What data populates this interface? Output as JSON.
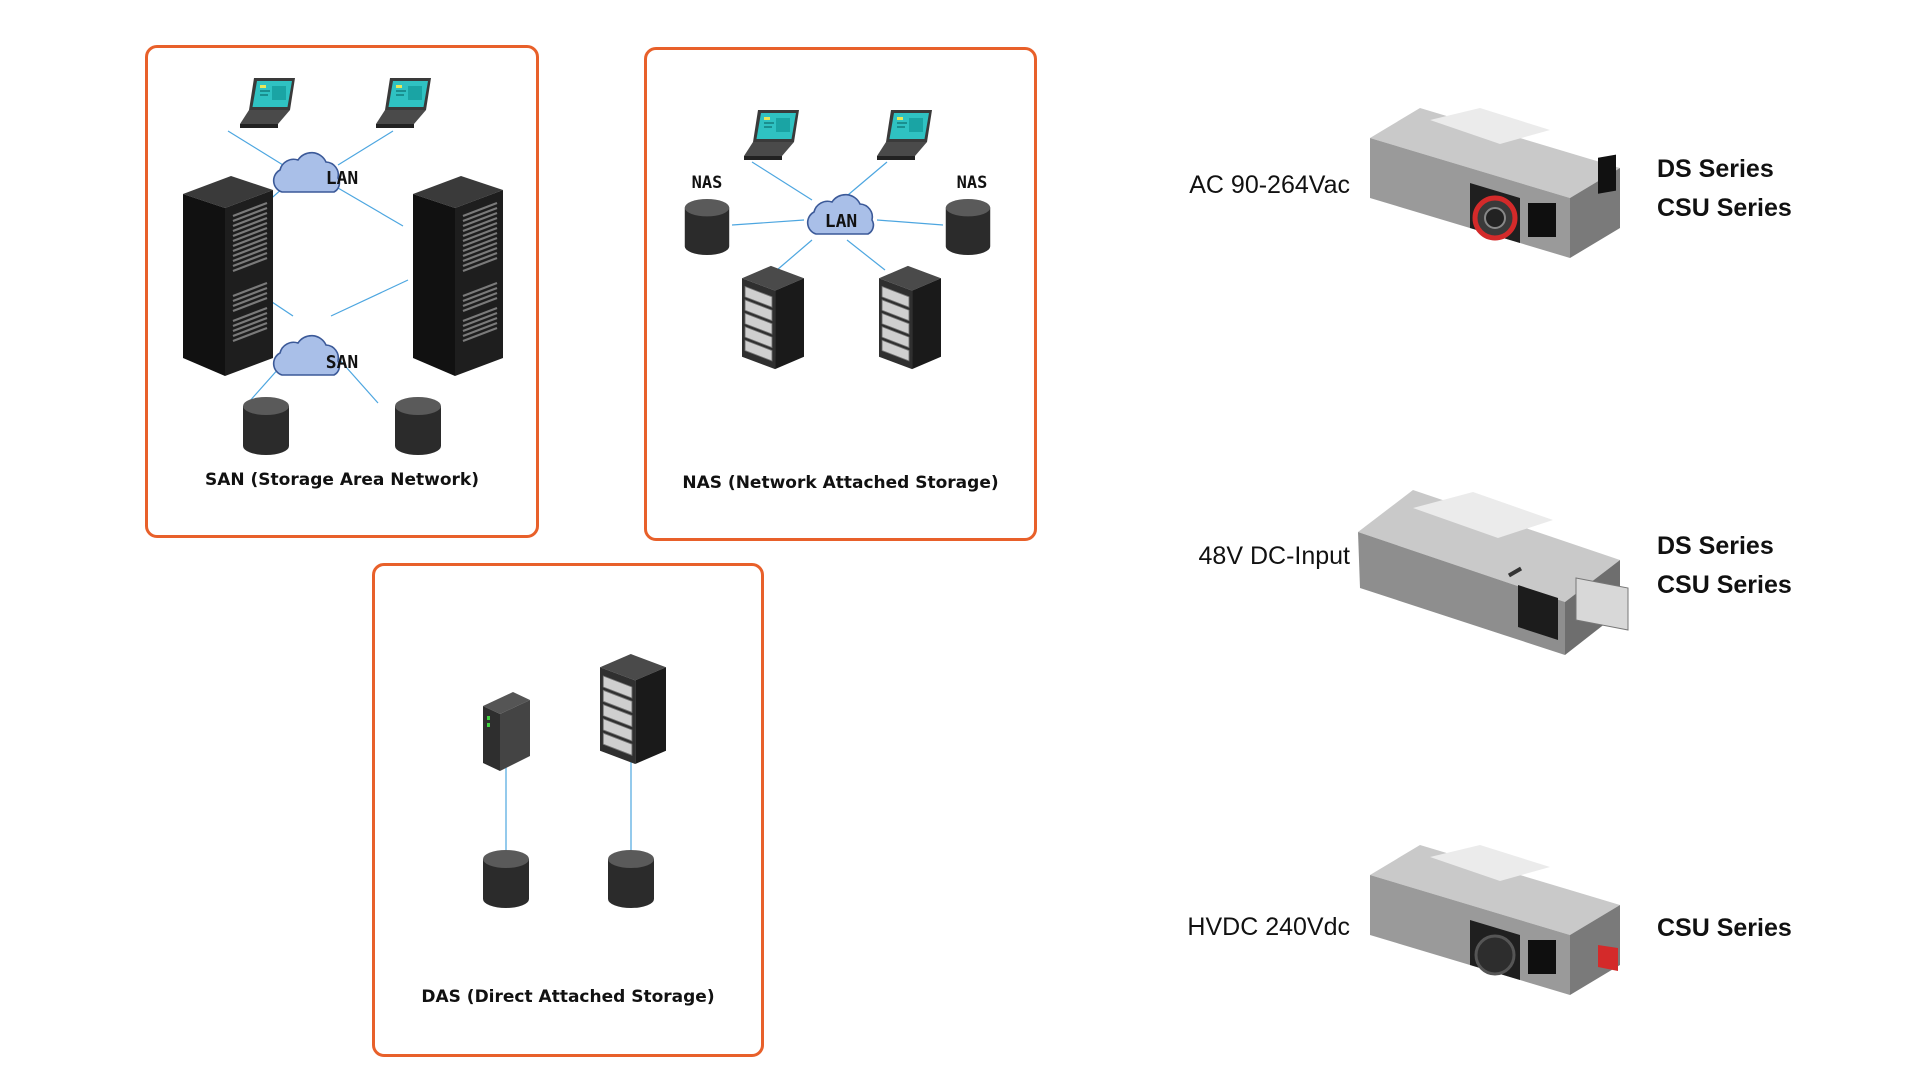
{
  "san": {
    "caption": "SAN (Storage Area Network)",
    "cloud_top": "LAN",
    "cloud_bottom": "SAN"
  },
  "nas": {
    "caption": "NAS (Network Attached Storage)",
    "cloud": "LAN",
    "label_left": "NAS",
    "label_right": "NAS"
  },
  "das": {
    "caption": "DAS (Direct Attached Storage)"
  },
  "psus": [
    {
      "input": "AC 90-264Vac",
      "series": [
        "DS Series",
        "CSU Series"
      ]
    },
    {
      "input": "48V DC-Input",
      "series": [
        "DS Series",
        "CSU Series"
      ]
    },
    {
      "input": "HVDC 240Vdc",
      "series": [
        "CSU Series"
      ]
    }
  ],
  "colors": {
    "panel_border": "#e8602a",
    "cloud_fill": "#a9bfe8",
    "link_line": "#4da6e0",
    "screen": "#2fc2c2",
    "handle_red": "#d42a2a"
  }
}
